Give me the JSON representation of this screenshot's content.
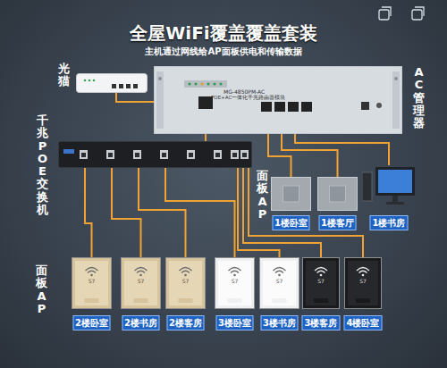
{
  "diagram": {
    "title": "全屋WiFi覆盖覆盖套装",
    "nodes": [
      {
        "text": [
          "光猫"
        ]
      },
      {
        "text": [
          "AC管理器"
        ]
      },
      {
        "text": [
          "千兆POE交换机"
        ]
      },
      {
        "text": [
          "1楼卧室"
        ]
      },
      {
        "text": [
          "1楼客厅"
        ]
      },
      {
        "text": [
          "1楼书房"
        ]
      },
      {
        "text": [
          "2楼卧室"
        ]
      },
      {
        "text": [
          "2楼书房"
        ]
      },
      {
        "text": [
          "2楼客房"
        ]
      },
      {
        "text": [
          "3楼卧室"
        ]
      },
      {
        "text": [
          "3楼书房"
        ]
      },
      {
        "text": [
          "3楼客房"
        ]
      },
      {
        "text": [
          "4楼卧室"
        ]
      }
    ],
    "edges": [
      {
        "from": 0,
        "to": 1,
        "arrow": "none"
      },
      {
        "from": 1,
        "to": 2,
        "arrow": "none"
      },
      {
        "from": 1,
        "to": 3,
        "arrow": "none"
      },
      {
        "from": 1,
        "to": 4,
        "arrow": "none"
      },
      {
        "from": 1,
        "to": 5,
        "arrow": "none"
      },
      {
        "from": 2,
        "to": 6,
        "arrow": "none"
      },
      {
        "from": 2,
        "to": 7,
        "arrow": "none"
      },
      {
        "from": 2,
        "to": 8,
        "arrow": "none"
      },
      {
        "from": 2,
        "to": 9,
        "arrow": "none"
      },
      {
        "from": 2,
        "to": 10,
        "arrow": "none"
      },
      {
        "from": 2,
        "to": 11,
        "arrow": "none"
      },
      {
        "from": 2,
        "to": 12,
        "arrow": "none"
      }
    ],
    "labels": [
      "主机通过网线给AP面板供电和传输数据",
      "面板AP",
      "面板AP",
      "MG-4850PM-AC",
      "POE+AC一体化千兆路由器模块",
      "S7",
      "S7",
      "S7",
      "S7",
      "S7",
      "S7",
      "S7"
    ]
  }
}
